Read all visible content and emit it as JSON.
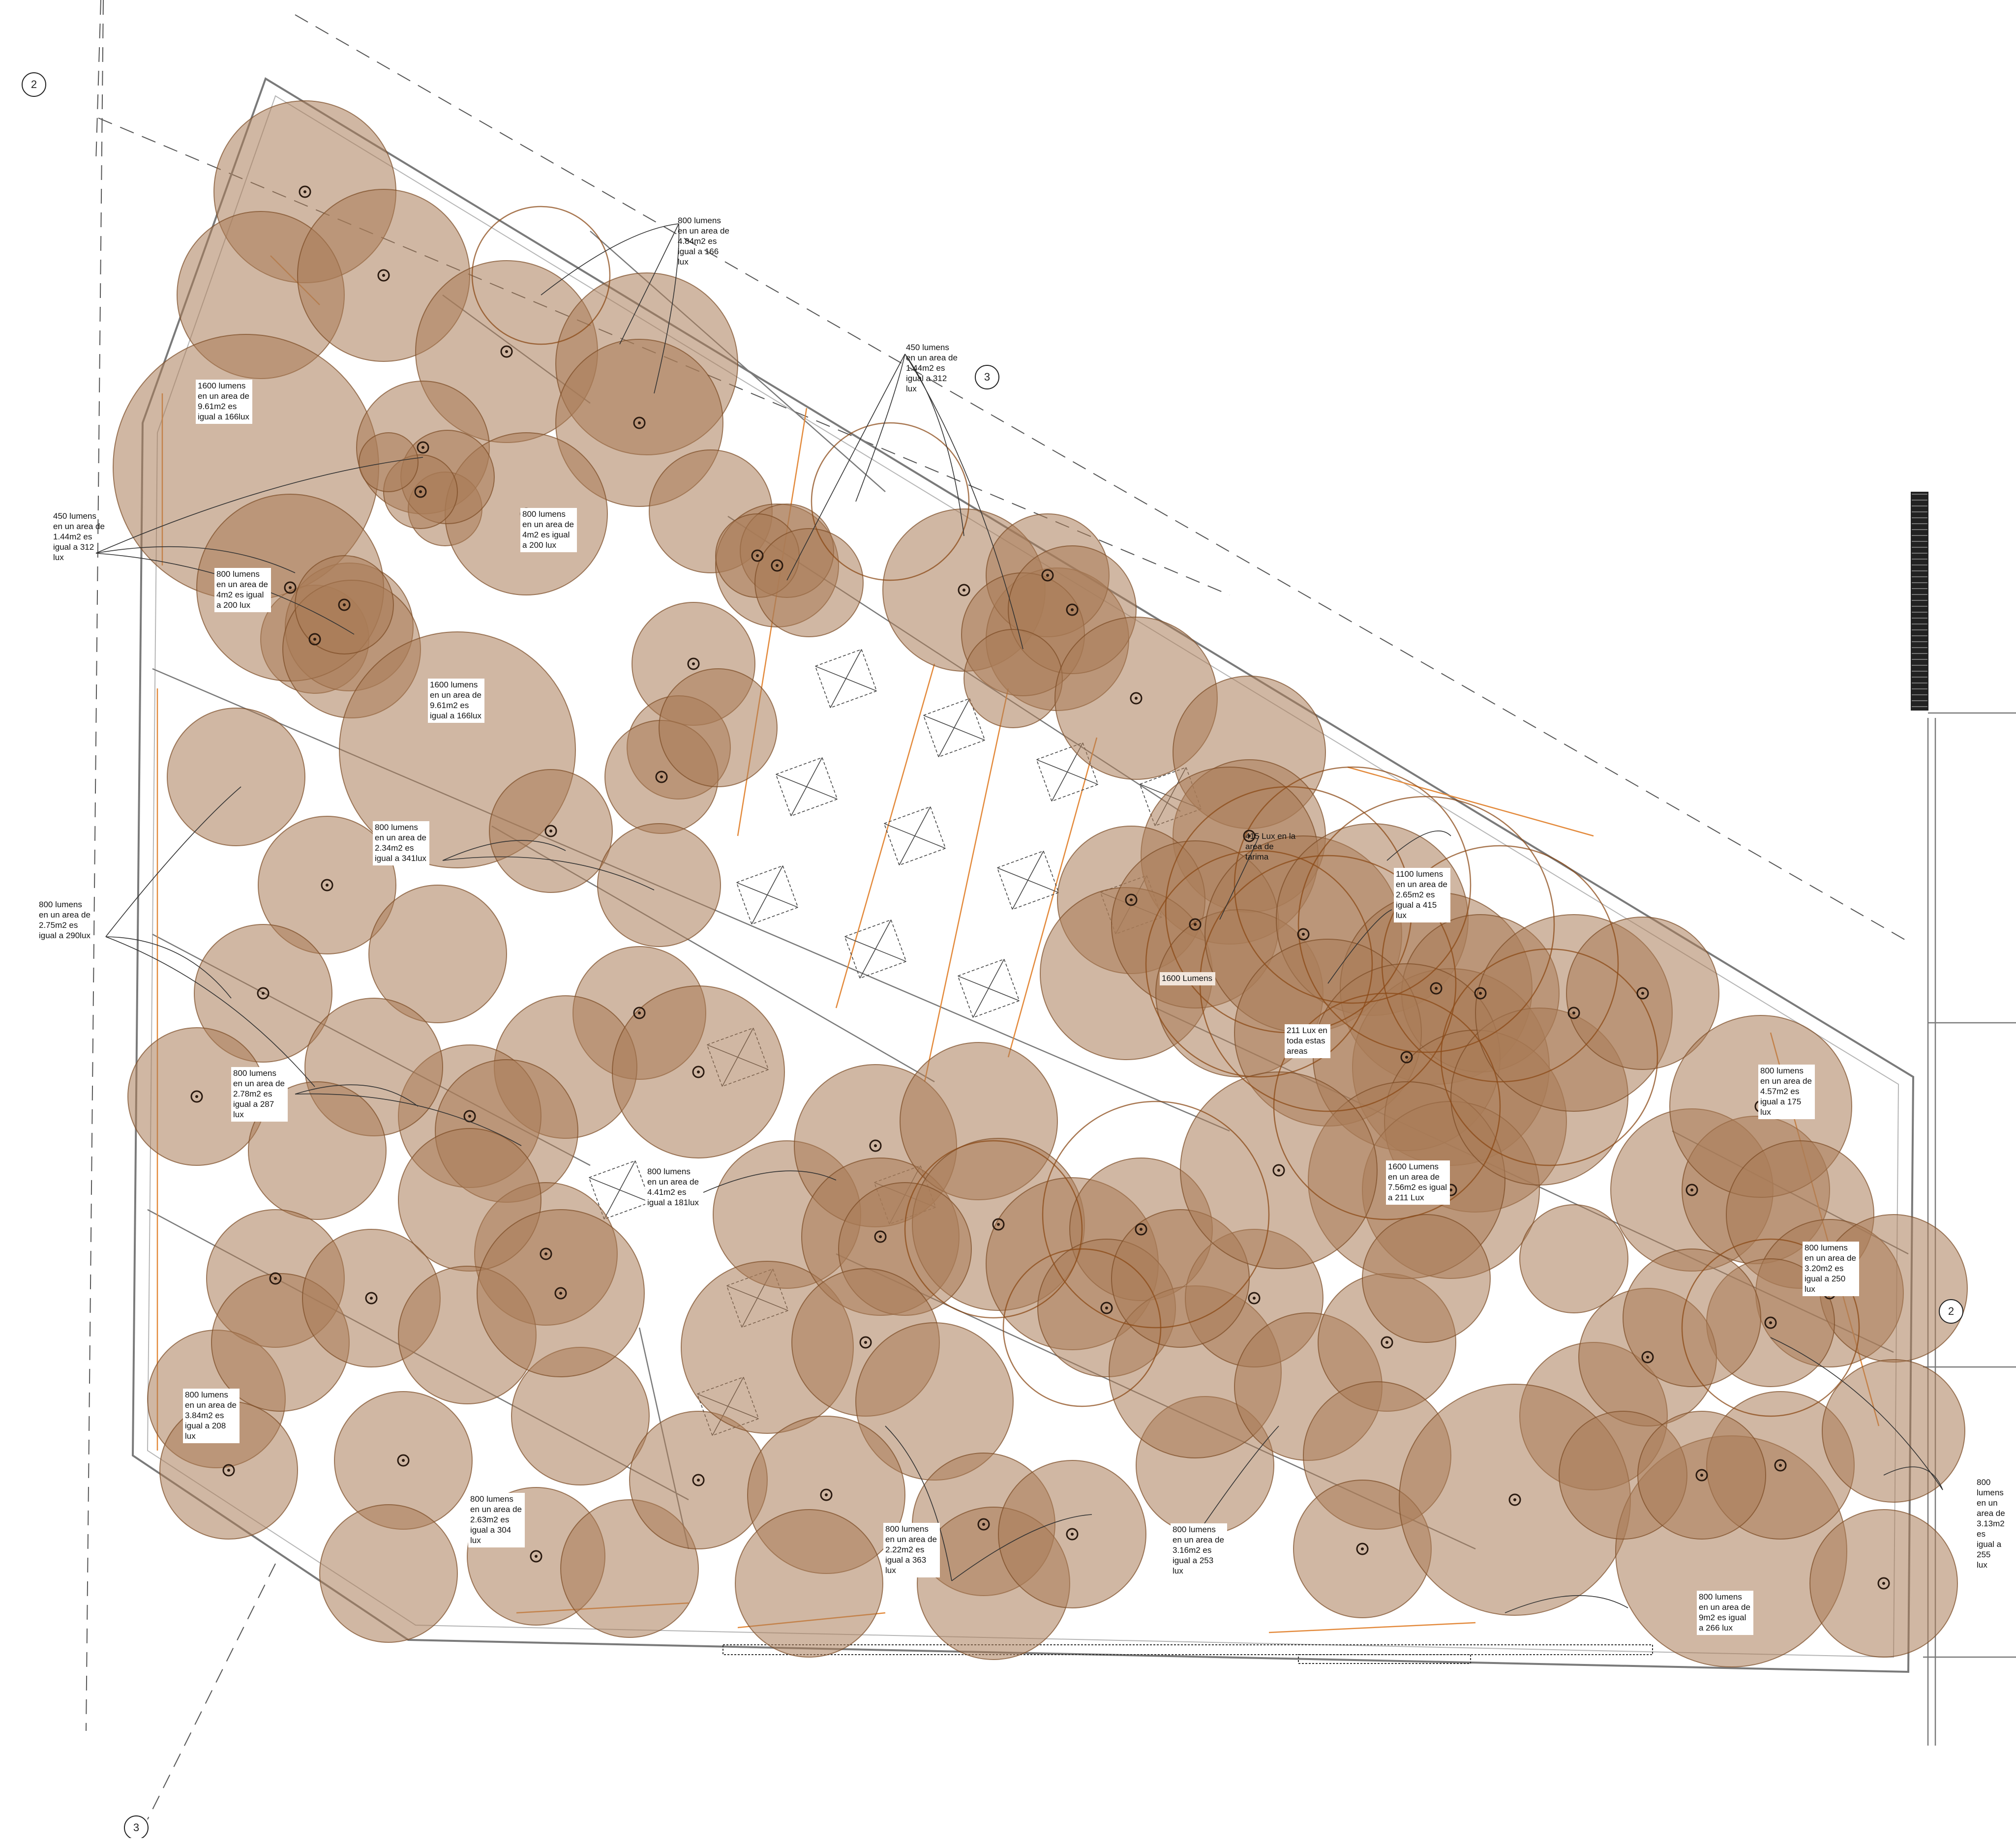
{
  "colors": {
    "light_fill": "#a97b57",
    "light_edge": "#7a4a24",
    "dark_ring": "#8b4a17",
    "wall": "#7a7a7a",
    "wall_light": "#b5b5b5",
    "orange_line": "#e38a3c",
    "leader": "#333333"
  },
  "icons": {
    "light_fixture": "light-fixture-icon",
    "section_marker": "section-marker-icon",
    "skylight": "skylight-icon"
  },
  "markers": [
    "2",
    "3",
    "3",
    "2"
  ],
  "annotations": [
    {
      "id": "note-800-484",
      "text": "800 lumens\nen un area de\n4.84m2 es\nigual a 166\nlux",
      "style": "plain"
    },
    {
      "id": "note-450-144-top",
      "text": "450 lumens\nen un area de\n1.44m2 es\nigual a 312\nlux",
      "style": "plain"
    },
    {
      "id": "note-1600-961-a",
      "text": "1600 lumens\nen un area de\n9.61m2 es\nigual a 166lux",
      "style": "box"
    },
    {
      "id": "note-450-144-left",
      "text": "450 lumens\nen un area de\n1.44m2 es\nigual a 312\nlux",
      "style": "plain"
    },
    {
      "id": "note-800-4-a",
      "text": "800 lumens\nen un area de\n4m2 es igual\na 200 lux",
      "style": "box"
    },
    {
      "id": "note-800-4-b",
      "text": "800 lumens\nen un area de\n4m2 es igual\na 200 lux",
      "style": "box"
    },
    {
      "id": "note-1600-961-b",
      "text": "1600 lumens\nen un area de\n9.61m2 es\nigual a 166lux",
      "style": "box"
    },
    {
      "id": "note-800-234",
      "text": "800 lumens\nen un area de\n2.34m2 es\nigual a 341lux",
      "style": "box"
    },
    {
      "id": "note-800-275",
      "text": "800 lumens\nen un area de\n2.75m2 es\nigual a 290lux",
      "style": "plain"
    },
    {
      "id": "note-415-tarima",
      "text": "415 Lux en la\narea de\ntarima",
      "style": "plain"
    },
    {
      "id": "note-1100-265",
      "text": "1100 lumens\nen un area de\n2.65m2 es\nigual a 415\nlux",
      "style": "box"
    },
    {
      "id": "note-1600-lumens",
      "text": "1600 Lumens",
      "style": "tag"
    },
    {
      "id": "note-211-areas",
      "text": "211 Lux en\ntoda estas\nareas",
      "style": "box"
    },
    {
      "id": "note-800-278",
      "text": "800 lumens\nen un area de\n2.78m2 es\nigual a 287\nlux",
      "style": "box"
    },
    {
      "id": "note-800-441",
      "text": "800 lumens\nen un area de\n4.41m2 es\nigual a 181lux",
      "style": "box"
    },
    {
      "id": "note-800-457",
      "text": "800 lumens\nen un area de\n4.57m2 es\nigual a 175\nlux",
      "style": "box"
    },
    {
      "id": "note-1600-756",
      "text": "1600 Lumens\nen un area de\n7.56m2 es igual\na 211 Lux",
      "style": "box"
    },
    {
      "id": "note-800-320",
      "text": "800 lumens\nen un area de\n3.20m2 es\nigual a 250\nlux",
      "style": "box"
    },
    {
      "id": "note-800-384",
      "text": "800 lumens\nen un area de\n3.84m2 es\nigual a 208\nlux",
      "style": "box"
    },
    {
      "id": "note-800-263",
      "text": "800 lumens\nen un area de\n2.63m2 es\nigual a 304\nlux",
      "style": "box"
    },
    {
      "id": "note-800-222",
      "text": "800 lumens\nen un area de\n2.22m2 es\nigual a 363\nlux",
      "style": "box"
    },
    {
      "id": "note-800-316",
      "text": "800 lumens\nen un area de\n3.16m2 es\nigual a 253\nlux",
      "style": "box"
    },
    {
      "id": "note-800-9",
      "text": "800 lumens\nen un area de\n9m2 es igual\na 266 lux",
      "style": "box"
    },
    {
      "id": "note-800-313",
      "text": "800 lumens\nen un area de\n3.13m2 es\nigual a 255\nlux",
      "style": "plain"
    }
  ]
}
